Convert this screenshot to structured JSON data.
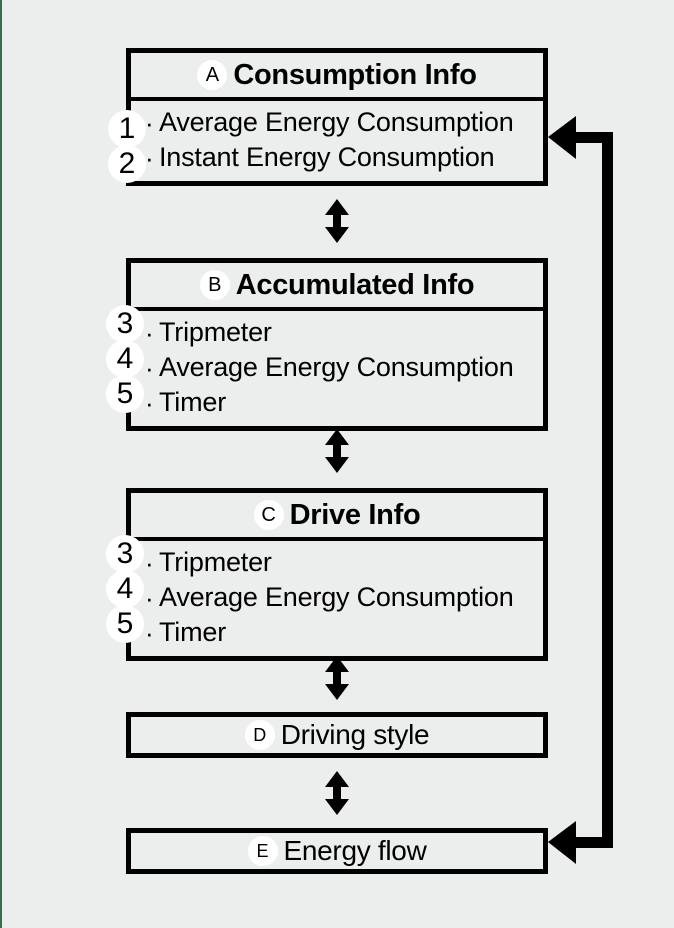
{
  "figure": {
    "background_color": "#eceeed",
    "line_color": "#000000",
    "edge_rule_color": "#3d6b4e"
  },
  "blocks": [
    {
      "id": "A",
      "badge": "A",
      "title": "Consumption Info",
      "title_bold": true,
      "items": [
        {
          "number": "1",
          "bullet": "·",
          "label": "Average Energy Consumption"
        },
        {
          "number": "2",
          "bullet": "·",
          "label": "Instant  Energy Consumption"
        }
      ]
    },
    {
      "id": "B",
      "badge": "B",
      "title": "Accumulated Info",
      "title_bold": true,
      "items": [
        {
          "number": "3",
          "bullet": "·",
          "label": "Tripmeter"
        },
        {
          "number": "4",
          "bullet": "·",
          "label": "Average Energy Consumption"
        },
        {
          "number": "5",
          "bullet": "·",
          "label": "Timer"
        }
      ]
    },
    {
      "id": "C",
      "badge": "C",
      "title": "Drive Info",
      "title_bold": true,
      "items": [
        {
          "number": "3",
          "bullet": "·",
          "label": "Tripmeter"
        },
        {
          "number": "4",
          "bullet": "·",
          "label": "Average Energy Consumption"
        },
        {
          "number": "5",
          "bullet": "·",
          "label": "Timer"
        }
      ]
    },
    {
      "id": "D",
      "badge": "D",
      "title": "Driving style",
      "title_bold": false,
      "items": []
    },
    {
      "id": "E",
      "badge": "E",
      "title": "Energy flow",
      "title_bold": false,
      "items": []
    }
  ],
  "connectors": {
    "vertical_arrows": [
      {
        "from": "A",
        "to": "B",
        "style": "double-headed"
      },
      {
        "from": "B",
        "to": "C",
        "style": "double-headed"
      },
      {
        "from": "C",
        "to": "D",
        "style": "double-headed"
      },
      {
        "from": "D",
        "to": "E",
        "style": "double-headed"
      }
    ],
    "loop": {
      "from": "E",
      "to": "A",
      "side": "right",
      "style": "double-headed"
    }
  }
}
